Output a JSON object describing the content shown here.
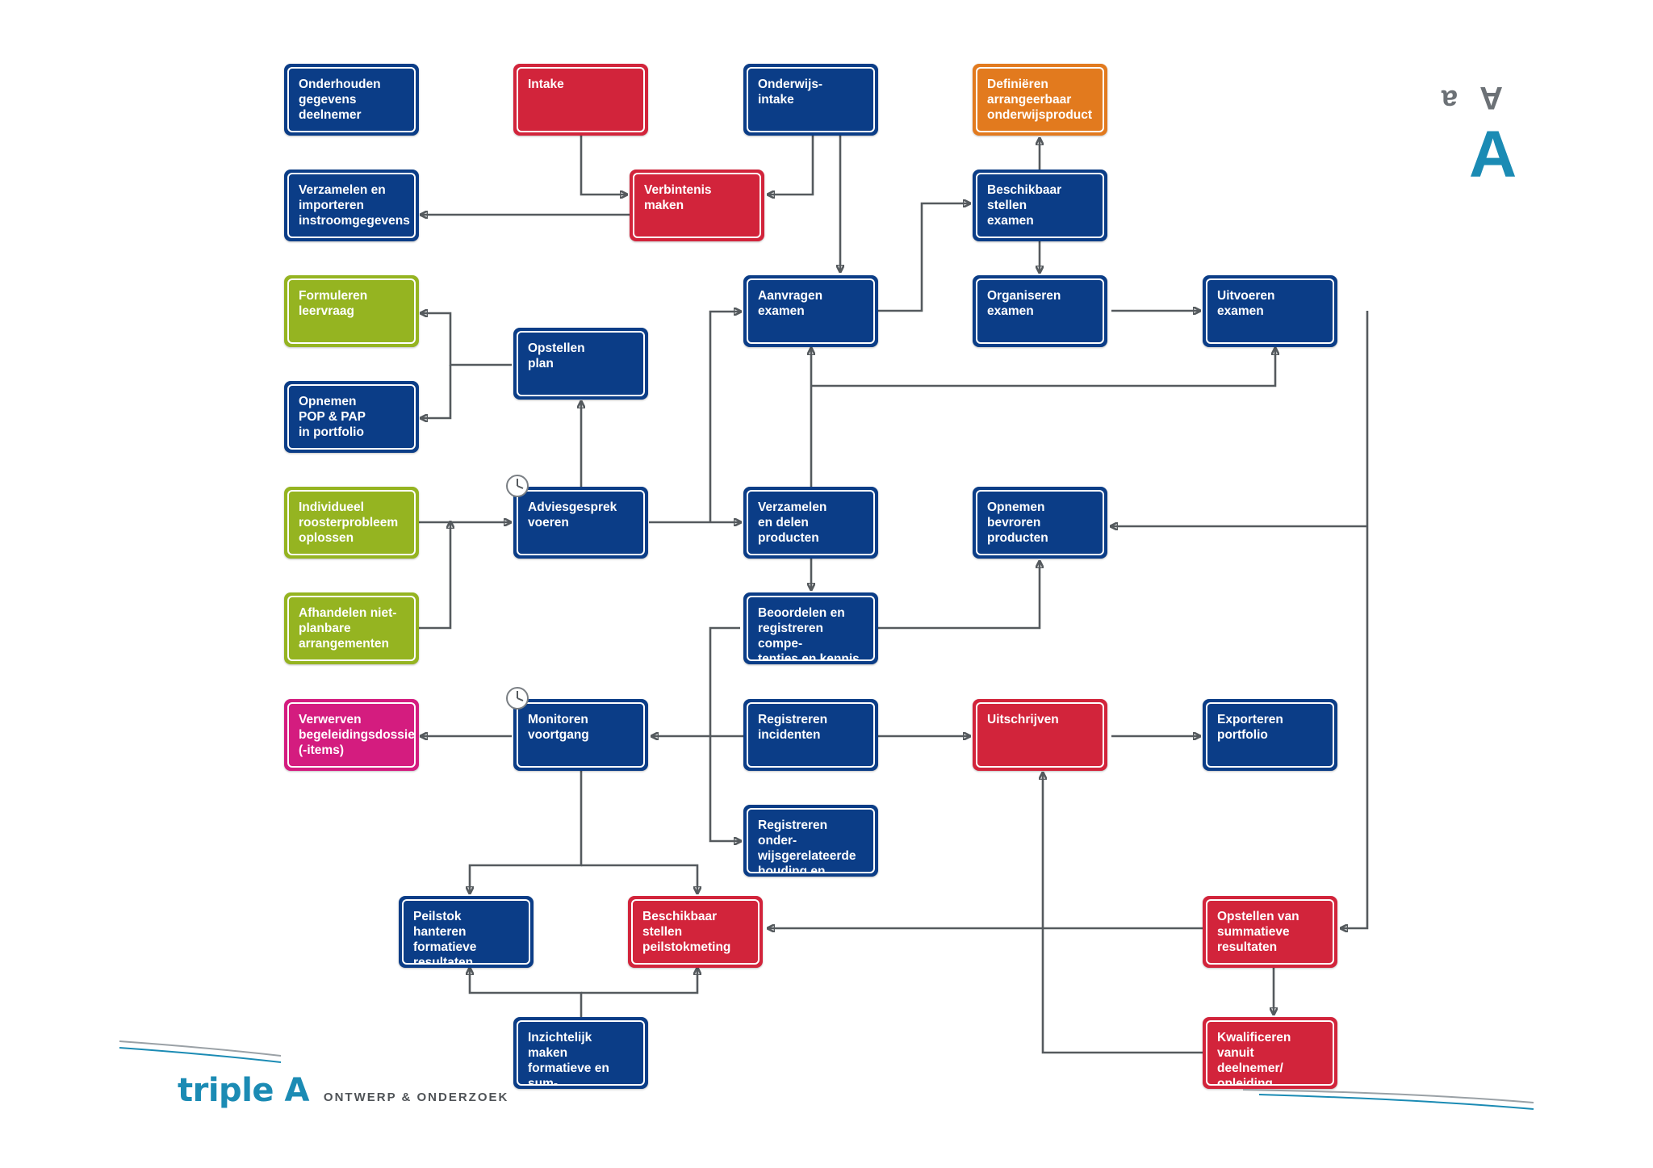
{
  "diagram": {
    "nodes": [
      {
        "id": "onderhouden",
        "label": "Onderhouden\ngegevens\ndeelnemer",
        "color": "blue"
      },
      {
        "id": "intake",
        "label": "Intake",
        "color": "red"
      },
      {
        "id": "onderwijs-intake",
        "label": "Onderwijs-\nintake",
        "color": "blue"
      },
      {
        "id": "definieren",
        "label": "Definiëren\narrangeerbaar\nonderwijsproduct",
        "color": "orange"
      },
      {
        "id": "verzamelen-instroom",
        "label": "Verzamelen en\nimporteren\ninstroomgegevens",
        "color": "blue"
      },
      {
        "id": "verbintenis",
        "label": "Verbintenis maken",
        "color": "red"
      },
      {
        "id": "beschikbaar-examen",
        "label": "Beschikbaar\nstellen\nexamen",
        "color": "blue"
      },
      {
        "id": "formuleren",
        "label": "Formuleren\nleervraag",
        "color": "green"
      },
      {
        "id": "aanvragen-examen",
        "label": "Aanvragen\nexamen",
        "color": "blue"
      },
      {
        "id": "organiseren-examen",
        "label": "Organiseren\nexamen",
        "color": "blue"
      },
      {
        "id": "uitvoeren-examen",
        "label": "Uitvoeren\nexamen",
        "color": "blue"
      },
      {
        "id": "opstellen-plan",
        "label": "Opstellen\nplan",
        "color": "blue"
      },
      {
        "id": "opnemen-pop",
        "label": "Opnemen\nPOP & PAP\nin portfolio",
        "color": "blue"
      },
      {
        "id": "individueel",
        "label": "Individueel\nroosterprobleem\noplossen",
        "color": "green"
      },
      {
        "id": "adviesgesprek",
        "label": "Adviesgesprek\nvoeren",
        "color": "blue"
      },
      {
        "id": "verzamelen-producten",
        "label": "Verzamelen\nen delen\nproducten",
        "color": "blue"
      },
      {
        "id": "opnemen-bevroren",
        "label": "Opnemen\nbevroren\nproducten",
        "color": "blue"
      },
      {
        "id": "afhandelen",
        "label": "Afhandelen niet-\nplanbare\narrangementen",
        "color": "green"
      },
      {
        "id": "beoordelen",
        "label": "Beoordelen en\nregistreren compe-\ntenties en kennis",
        "color": "blue"
      },
      {
        "id": "verwerven",
        "label": "Verwerven\nbegeleidingsdossier\n(-items)",
        "color": "pink"
      },
      {
        "id": "monitoren",
        "label": "Monitoren\nvoortgang",
        "color": "blue"
      },
      {
        "id": "registreren-incidenten",
        "label": "Registreren\nincidenten",
        "color": "blue"
      },
      {
        "id": "uitschrijven",
        "label": "Uitschrijven",
        "color": "red"
      },
      {
        "id": "exporteren",
        "label": "Exporteren\nportfolio",
        "color": "blue"
      },
      {
        "id": "registreren-gedrag",
        "label": "Registreren onder-\nwijsgerelateerde\nhouding en gedrag",
        "color": "blue"
      },
      {
        "id": "peilstok",
        "label": "Peilstok\nhanteren formatieve\nresultaten",
        "color": "blue"
      },
      {
        "id": "beschikbaar-peilstok",
        "label": "Beschikbaar\nstellen\npeilstokmeting",
        "color": "red"
      },
      {
        "id": "opstellen-summatief",
        "label": "Opstellen van\nsummatieve\nresultaten",
        "color": "red"
      },
      {
        "id": "inzichtelijk",
        "label": "Inzichtelijk maken\nformatieve en sum-\nmatieve resultaten",
        "color": "blue"
      },
      {
        "id": "kwalificeren",
        "label": "Kwalificeren\nvanuit deelnemer/\nopleiding",
        "color": "red"
      }
    ],
    "clock_icons": [
      "clock-icon",
      "clock-icon"
    ],
    "colors": {
      "blue": "#0b3d87",
      "red": "#d2243b",
      "green": "#95b421",
      "orange": "#e27a1e",
      "pink": "#d41c7f",
      "connector": "#555a5e",
      "brand": "#1b8bb4"
    }
  },
  "logo": {
    "icon": "triple-a-logo-icon"
  },
  "footer": {
    "brand_name": "triple A",
    "tagline": "ONTWERP & ONDERZOEK"
  }
}
